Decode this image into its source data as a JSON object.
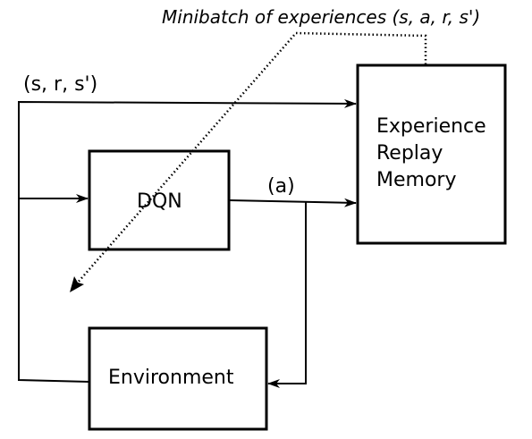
{
  "diagram": {
    "caption": "Minibatch of experiences (s, a, r, s')",
    "nodes": {
      "replay_memory": {
        "lines": [
          "Experience",
          "Replay",
          "Memory"
        ]
      },
      "dqn": {
        "label": "DQN"
      },
      "environment": {
        "label": "Environment"
      }
    },
    "edges": {
      "transition": {
        "label": "(s, r, s')"
      },
      "action": {
        "label": "(a)"
      }
    }
  }
}
